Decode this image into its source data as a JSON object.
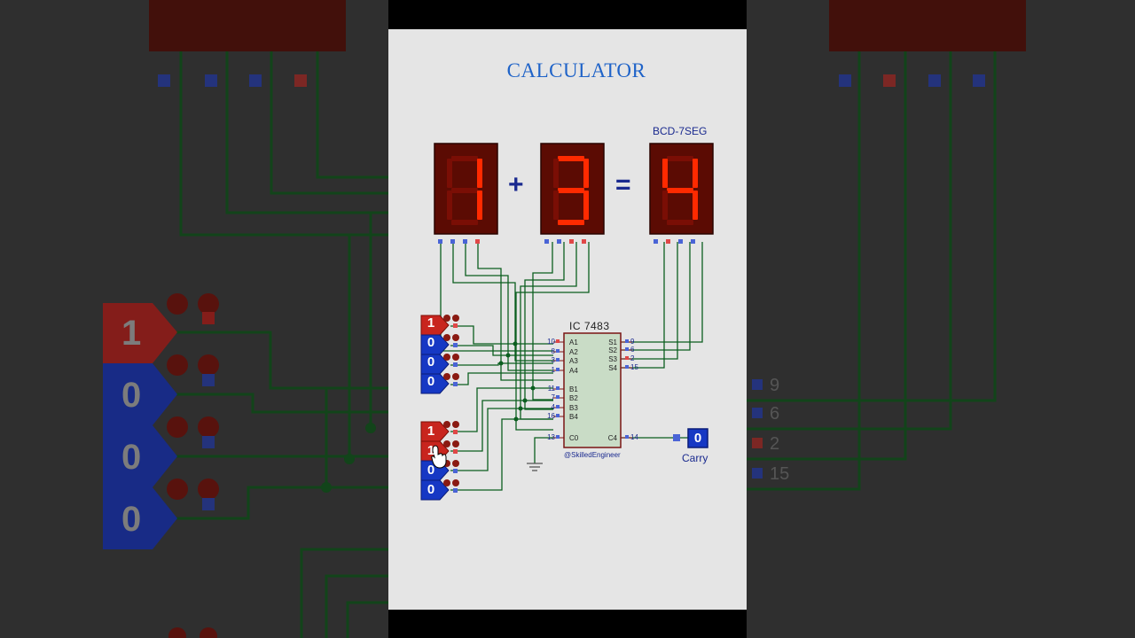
{
  "title": "CALCULATOR",
  "display_label": "BCD-7SEG",
  "displays": [
    {
      "digit": "1",
      "pins": [
        "blue",
        "blue",
        "blue",
        "red"
      ]
    },
    {
      "digit": "3",
      "pins": [
        "blue",
        "blue",
        "red",
        "red"
      ]
    },
    {
      "digit": "4",
      "pins": [
        "blue",
        "red",
        "blue",
        "blue"
      ]
    }
  ],
  "operators": {
    "plus": "+",
    "equals": "="
  },
  "chip": {
    "name": "IC  7483",
    "left_pins": [
      {
        "num": "10",
        "label": "A1"
      },
      {
        "num": "8",
        "label": "A2"
      },
      {
        "num": "3",
        "label": "A3"
      },
      {
        "num": "1",
        "label": "A4"
      },
      {
        "num": "11",
        "label": "B1"
      },
      {
        "num": "7",
        "label": "B2"
      },
      {
        "num": "4",
        "label": "B3"
      },
      {
        "num": "16",
        "label": "B4"
      },
      {
        "num": "13",
        "label": "C0"
      }
    ],
    "right_pins": [
      {
        "num": "9",
        "label": "S1"
      },
      {
        "num": "6",
        "label": "S2"
      },
      {
        "num": "2",
        "label": "S3"
      },
      {
        "num": "15",
        "label": "S4"
      },
      {
        "num": "14",
        "label": "C4"
      }
    ]
  },
  "inputs_a": [
    "1",
    "0",
    "0",
    "0"
  ],
  "inputs_b": [
    "1",
    "1",
    "0",
    "0"
  ],
  "carry": {
    "value": "0",
    "label": "Carry"
  },
  "watermark": "@SkilledEngineer",
  "background_left": {
    "values": [
      "1",
      "0",
      "0",
      "0"
    ]
  },
  "background_right": {
    "pins": [
      "9",
      "6",
      "2",
      "15"
    ]
  },
  "colors": {
    "segment_on": "#ff2a00",
    "segment_off": "#7a0e05",
    "display_body": "#5b0b03",
    "wire": "#0b5e1f",
    "logic_high": "#c8251e",
    "logic_low": "#1638c4",
    "title": "#1f63c8"
  }
}
